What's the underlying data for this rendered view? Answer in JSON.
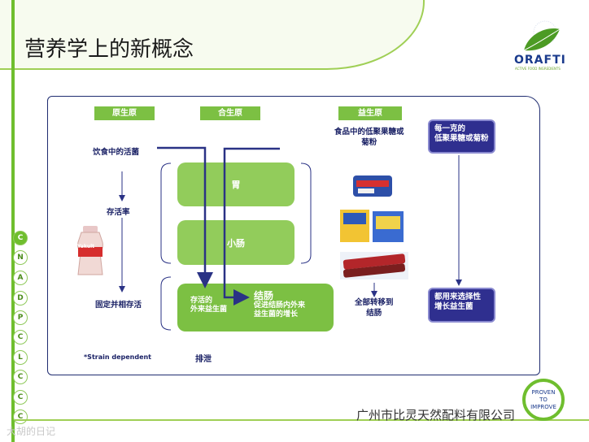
{
  "title": "营养学上的新概念",
  "logo": {
    "text": "ORAFTI",
    "subtext": "ACTIVE FOOD INGREDIENTS"
  },
  "tags": {
    "probiotic": "原生原",
    "synbiotic": "合生原",
    "prebiotic": "益生原"
  },
  "left_column": {
    "food_bacteria": "饮食中的活菌",
    "survival": "存活率",
    "colonize": "固定并相存活",
    "footnote": "*Strain dependent"
  },
  "organs": {
    "stomach": "胃",
    "small_intestine": "小肠"
  },
  "bottom_box": {
    "left_line1": "存活的",
    "left_line2": "外来益生菌",
    "title": "结肠",
    "desc_line1": "促进结肠内外来",
    "desc_line2": "益生菌的增长"
  },
  "excretion": "排泄",
  "prebiotic_column": {
    "food_line1": "食品中的低聚果糖或",
    "food_line2": "菊粉",
    "transfer_line1": "全部转移到",
    "transfer_line2": "结肠"
  },
  "navy_top": {
    "line1": "每一克的",
    "line2": "低聚果糖或菊粉"
  },
  "navy_bottom": {
    "line1": "都用来选择性",
    "line2": "增长益生菌"
  },
  "side_nav": [
    "C",
    "N",
    "A",
    "D",
    "P",
    "C",
    "L",
    "C",
    "C",
    "C"
  ],
  "bottle_label": "Yakult",
  "watermark_left": "大胡的日记",
  "watermark_right": "广州市比灵天然配料有限公司",
  "badge": {
    "line1": "PROVEN",
    "line2": "TO",
    "line3": "IMPROVE"
  },
  "colors": {
    "green": "#7cc043",
    "navy": "#1f2c70",
    "rail": "#6fbe2e"
  }
}
